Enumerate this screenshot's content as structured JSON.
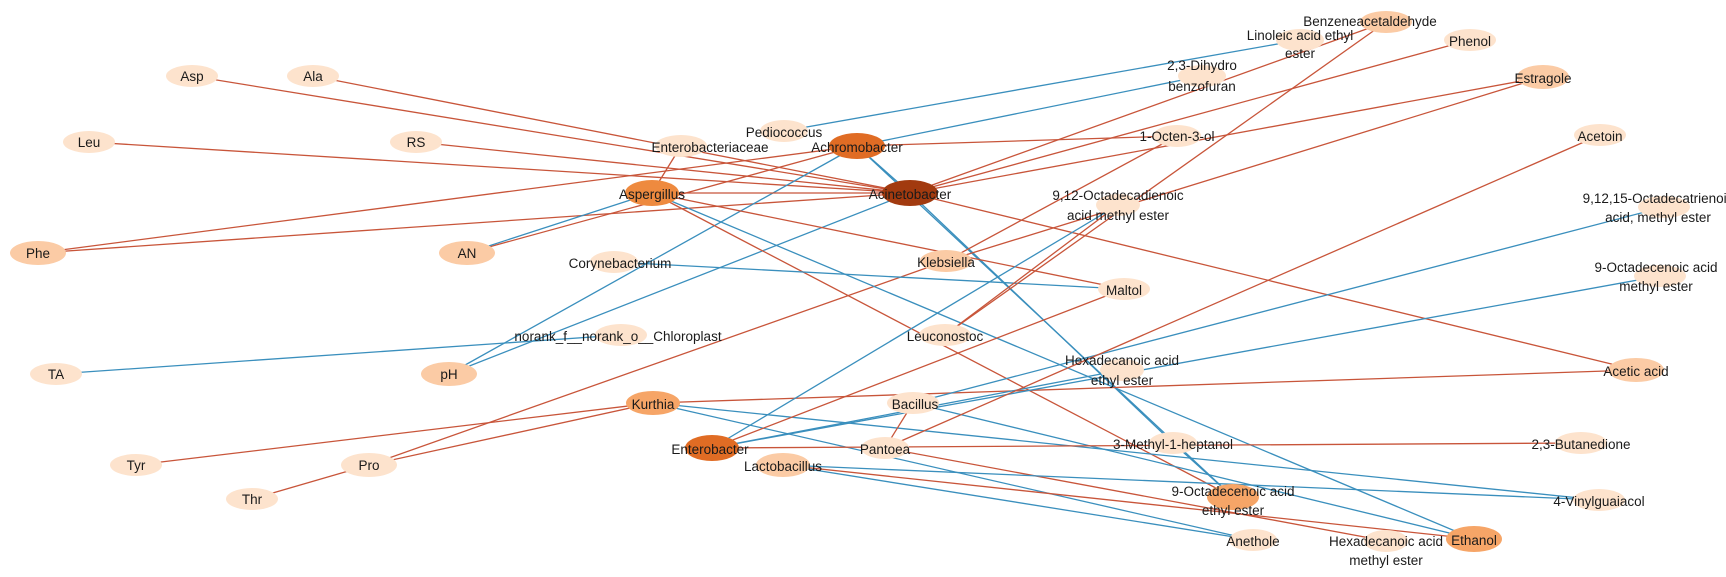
{
  "palette": {
    "positive_edge": "#c8553a",
    "negative_edge": "#3a8fbd",
    "node_light": "#fde3cd",
    "node_mid_light": "#fbcba5",
    "node_mid": "#f6a567",
    "node_orange": "#ee8a3f",
    "node_dark_orange": "#e06c24",
    "node_dark": "#a23a0f"
  },
  "nodes": [
    {
      "id": "asp",
      "label": "Asp",
      "tone": "light"
    },
    {
      "id": "ala",
      "label": "Ala",
      "tone": "light"
    },
    {
      "id": "leu",
      "label": "Leu",
      "tone": "light"
    },
    {
      "id": "rs",
      "label": "RS",
      "tone": "light"
    },
    {
      "id": "phe",
      "label": "Phe",
      "tone": "mid_light"
    },
    {
      "id": "an",
      "label": "AN",
      "tone": "mid_light"
    },
    {
      "id": "ta",
      "label": "TA",
      "tone": "light"
    },
    {
      "id": "ph",
      "label": "pH",
      "tone": "mid_light"
    },
    {
      "id": "tyr",
      "label": "Tyr",
      "tone": "light"
    },
    {
      "id": "pro",
      "label": "Pro",
      "tone": "light"
    },
    {
      "id": "thr",
      "label": "Thr",
      "tone": "light"
    },
    {
      "id": "pediococcus",
      "label": "Pediococcus",
      "tone": "light"
    },
    {
      "id": "enterobacteriaceae",
      "label": "Enterobacteriaceae",
      "tone": "light"
    },
    {
      "id": "achromobacter",
      "label": "Achromobacter",
      "tone": "dark_orange"
    },
    {
      "id": "acinetobacter",
      "label": "Acinetobacter",
      "tone": "dark"
    },
    {
      "id": "aspergillus",
      "label": "Aspergillus",
      "tone": "orange"
    },
    {
      "id": "corynebacterium",
      "label": "Corynebacterium",
      "tone": "light"
    },
    {
      "id": "klebsiella",
      "label": "Klebsiella",
      "tone": "mid_light"
    },
    {
      "id": "chloroplast",
      "label": "norank_f__norank_o__Chloroplast",
      "tone": "light"
    },
    {
      "id": "leuconostoc",
      "label": "Leuconostoc",
      "tone": "light"
    },
    {
      "id": "kurthia",
      "label": "Kurthia",
      "tone": "mid"
    },
    {
      "id": "bacillus",
      "label": "Bacillus",
      "tone": "light"
    },
    {
      "id": "enterobacter",
      "label": "Enterobacter",
      "tone": "dark_orange"
    },
    {
      "id": "pantoea",
      "label": "Pantoea",
      "tone": "light"
    },
    {
      "id": "lactobacillus",
      "label": "Lactobacillus",
      "tone": "mid_light"
    },
    {
      "id": "benzeneacetaldehyde",
      "label": "Benzeneacetaldehyde",
      "tone": "mid_light"
    },
    {
      "id": "linoleic",
      "label": "Linoleic acid ethyl ester",
      "tone": "light"
    },
    {
      "id": "phenol",
      "label": "Phenol",
      "tone": "light"
    },
    {
      "id": "dihydrobenzofuran",
      "label": "2,3-Dihydro benzofuran",
      "tone": "light"
    },
    {
      "id": "estragole",
      "label": "Estragole",
      "tone": "mid_light"
    },
    {
      "id": "octenol",
      "label": "1-Octen-3-ol",
      "tone": "light"
    },
    {
      "id": "acetoin",
      "label": "Acetoin",
      "tone": "light"
    },
    {
      "id": "c18_2_methyl",
      "label": "9,12-Octadecadienoic acid methyl ester",
      "tone": "light"
    },
    {
      "id": "c18_3_methyl",
      "label": "9,12,15-Octadecatrienoic acid, methyl ester",
      "tone": "light"
    },
    {
      "id": "c18_1_methyl",
      "label": "9-Octadecenoic acid methyl ester",
      "tone": "light"
    },
    {
      "id": "maltol",
      "label": "Maltol",
      "tone": "light"
    },
    {
      "id": "c16_ethyl",
      "label": "Hexadecanoic acid ethyl ester",
      "tone": "light"
    },
    {
      "id": "acetic",
      "label": "Acetic acid",
      "tone": "mid_light"
    },
    {
      "id": "heptanol",
      "label": "3-Methyl-1-heptanol",
      "tone": "light"
    },
    {
      "id": "butanedione",
      "label": "2,3-Butanedione",
      "tone": "light"
    },
    {
      "id": "c18_1_ethyl",
      "label": "9-Octadecenoic acid ethyl ester",
      "tone": "mid"
    },
    {
      "id": "vinylguaiacol",
      "label": "4-Vinylguaiacol",
      "tone": "light"
    },
    {
      "id": "anethole",
      "label": "Anethole",
      "tone": "light"
    },
    {
      "id": "c16_methyl",
      "label": "Hexadecanoic acid methyl ester",
      "tone": "light"
    },
    {
      "id": "ethanol",
      "label": "Ethanol",
      "tone": "mid"
    }
  ],
  "edges": [
    {
      "source": "asp",
      "target": "acinetobacter",
      "sign": "positive"
    },
    {
      "source": "ala",
      "target": "acinetobacter",
      "sign": "positive"
    },
    {
      "source": "leu",
      "target": "acinetobacter",
      "sign": "positive"
    },
    {
      "source": "rs",
      "target": "acinetobacter",
      "sign": "positive"
    },
    {
      "source": "phe",
      "target": "achromobacter",
      "sign": "positive"
    },
    {
      "source": "phe",
      "target": "acinetobacter",
      "sign": "positive"
    },
    {
      "source": "an",
      "target": "achromobacter",
      "sign": "positive"
    },
    {
      "source": "an",
      "target": "aspergillus",
      "sign": "negative"
    },
    {
      "source": "ta",
      "target": "chloroplast",
      "sign": "negative"
    },
    {
      "source": "ph",
      "target": "achromobacter",
      "sign": "negative"
    },
    {
      "source": "ph",
      "target": "acinetobacter",
      "sign": "negative"
    },
    {
      "source": "tyr",
      "target": "kurthia",
      "sign": "positive"
    },
    {
      "source": "pro",
      "target": "kurthia",
      "sign": "positive"
    },
    {
      "source": "pro",
      "target": "klebsiella",
      "sign": "positive"
    },
    {
      "source": "thr",
      "target": "pro",
      "sign": "positive"
    },
    {
      "source": "pediococcus",
      "target": "linoleic",
      "sign": "negative"
    },
    {
      "source": "achromobacter",
      "target": "dihydrobenzofuran",
      "sign": "negative"
    },
    {
      "source": "achromobacter",
      "target": "octenol",
      "sign": "positive"
    },
    {
      "source": "achromobacter",
      "target": "acinetobacter",
      "sign": "negative"
    },
    {
      "source": "achromobacter",
      "target": "c18_1_ethyl",
      "sign": "negative"
    },
    {
      "source": "acinetobacter",
      "target": "benzeneacetaldehyde",
      "sign": "positive"
    },
    {
      "source": "acinetobacter",
      "target": "phenol",
      "sign": "positive"
    },
    {
      "source": "acinetobacter",
      "target": "estragole",
      "sign": "positive"
    },
    {
      "source": "acinetobacter",
      "target": "acetic",
      "sign": "positive"
    },
    {
      "source": "acinetobacter",
      "target": "heptanol",
      "sign": "negative"
    },
    {
      "source": "aspergillus",
      "target": "enterobacteriaceae",
      "sign": "positive"
    },
    {
      "source": "aspergillus",
      "target": "acinetobacter",
      "sign": "positive"
    },
    {
      "source": "aspergillus",
      "target": "c18_1_ethyl",
      "sign": "positive"
    },
    {
      "source": "aspergillus",
      "target": "ethanol",
      "sign": "negative"
    },
    {
      "source": "aspergillus",
      "target": "maltol",
      "sign": "positive"
    },
    {
      "source": "corynebacterium",
      "target": "maltol",
      "sign": "negative"
    },
    {
      "source": "klebsiella",
      "target": "octenol",
      "sign": "positive"
    },
    {
      "source": "klebsiella",
      "target": "estragole",
      "sign": "positive"
    },
    {
      "source": "leuconostoc",
      "target": "c18_2_methyl",
      "sign": "positive"
    },
    {
      "source": "leuconostoc",
      "target": "benzeneacetaldehyde",
      "sign": "positive"
    },
    {
      "source": "kurthia",
      "target": "acetic",
      "sign": "positive"
    },
    {
      "source": "kurthia",
      "target": "vinylguaiacol",
      "sign": "negative"
    },
    {
      "source": "kurthia",
      "target": "anethole",
      "sign": "negative"
    },
    {
      "source": "bacillus",
      "target": "c18_3_methyl",
      "sign": "negative"
    },
    {
      "source": "bacillus",
      "target": "ethanol",
      "sign": "negative"
    },
    {
      "source": "enterobacter",
      "target": "c18_2_methyl",
      "sign": "negative"
    },
    {
      "source": "enterobacter",
      "target": "c16_ethyl",
      "sign": "negative"
    },
    {
      "source": "enterobacter",
      "target": "c18_1_methyl",
      "sign": "negative"
    },
    {
      "source": "enterobacter",
      "target": "butanedione",
      "sign": "positive"
    },
    {
      "source": "enterobacter",
      "target": "maltol",
      "sign": "positive"
    },
    {
      "source": "pantoea",
      "target": "bacillus",
      "sign": "positive"
    },
    {
      "source": "pantoea",
      "target": "c16_methyl",
      "sign": "positive"
    },
    {
      "source": "lactobacillus",
      "target": "vinylguaiacol",
      "sign": "negative"
    },
    {
      "source": "lactobacillus",
      "target": "ethanol",
      "sign": "positive"
    },
    {
      "source": "lactobacillus",
      "target": "anethole",
      "sign": "negative"
    },
    {
      "source": "acetoin",
      "target": "pantoea",
      "sign": "positive"
    },
    {
      "source": "heptanol",
      "target": "c18_1_ethyl",
      "sign": "negative"
    }
  ]
}
